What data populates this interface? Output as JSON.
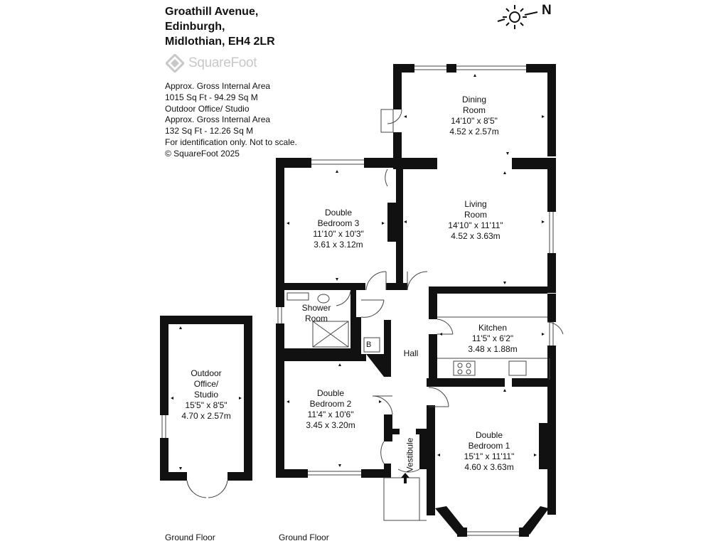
{
  "address": {
    "line1": "Groathill Avenue,",
    "line2": "Edinburgh,",
    "line3": "Midlothian, EH4 2LR"
  },
  "logo": {
    "text": "SquareFoot",
    "icon": "squarefoot-logo-icon"
  },
  "info": {
    "l1": "Approx. Gross Internal Area",
    "l2": "1015 Sq Ft  -  94.29 Sq M",
    "l3": "Outdoor Office/ Studio",
    "l4": "Approx. Gross Internal Area",
    "l5": "132 Sq Ft  -  12.26 Sq M",
    "l6": "For identification only. Not to scale.",
    "l7": "© SquareFoot 2025"
  },
  "compass": {
    "label": "N",
    "icon": "sun-compass-icon"
  },
  "rooms": {
    "dining": {
      "name1": "Dining",
      "name2": "Room",
      "imperial": "14'10\" x 8'5\"",
      "metric": "4.52 x 2.57m"
    },
    "living": {
      "name1": "Living",
      "name2": "Room",
      "imperial": "14'10\" x 11'11\"",
      "metric": "4.52 x 3.63m"
    },
    "bed3": {
      "name1": "Double",
      "name2": "Bedroom 3",
      "imperial": "11'10\" x 10'3\"",
      "metric": "3.61 x 3.12m"
    },
    "shower": {
      "name1": "Shower",
      "name2": "Room"
    },
    "kitchen": {
      "name1": "Kitchen",
      "imperial": "11'5\" x 6'2\"",
      "metric": "3.48 x 1.88m"
    },
    "hall": {
      "name1": "Hall"
    },
    "boiler": {
      "name1": "B"
    },
    "bed2": {
      "name1": "Double",
      "name2": "Bedroom 2",
      "imperial": "11'4\" x 10'6\"",
      "metric": "3.45 x 3.20m"
    },
    "bed1": {
      "name1": "Double",
      "name2": "Bedroom 1",
      "imperial": "15'1\" x 11'11\"",
      "metric": "4.60 x 3.63m"
    },
    "vestibule": {
      "name1": "Vestibule"
    },
    "office": {
      "name1": "Outdoor",
      "name2": "Office/",
      "name3": "Studio",
      "imperial": "15'5\" x 8'5\"",
      "metric": "4.70 x 2.57m"
    }
  },
  "floors": {
    "left": "Ground Floor",
    "right": "Ground Floor"
  }
}
